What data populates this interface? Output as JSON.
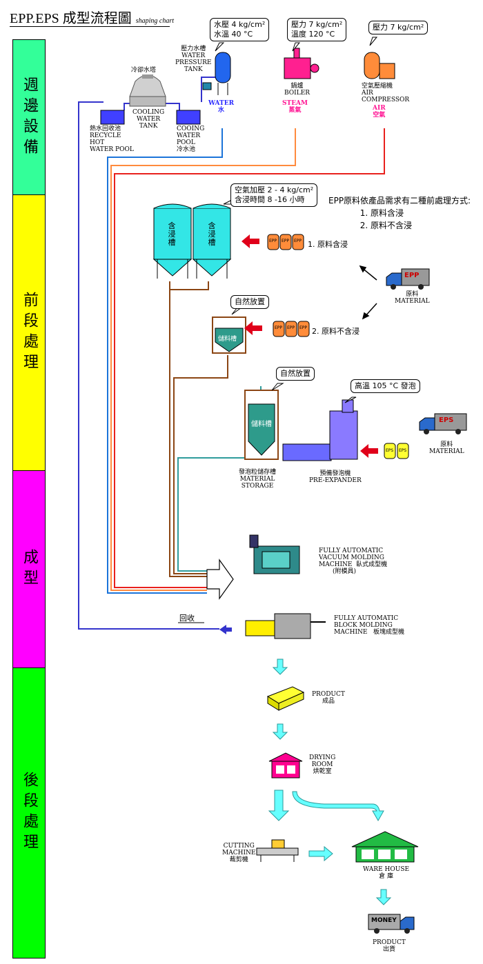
{
  "header": {
    "title": "EPP.EPS 成型流程圖",
    "subtitle": "shaping chart"
  },
  "stages": [
    {
      "label": "週邊設備",
      "color": "#33ff99"
    },
    {
      "label": "前段處理",
      "color": "#ffff00"
    },
    {
      "label": "成型",
      "color": "#ff00ff"
    },
    {
      "label": "後段處理",
      "color": "#00ff00"
    }
  ],
  "utilities": {
    "cooling_tower": "冷卻水塔",
    "cooling_water_tank": "COOLING\nWATER\nTANK",
    "recycle_pool": "熱水回收池\nRECYCLE\nHOT\nWATER POOL",
    "cooling_pool": "COOING\nWATER\nPOOL\n冷水池",
    "pressure_tank": "壓力水槽\nWATER\nPRESSURE\nTANK",
    "water_label": "WATER\n水",
    "water_callout": "水壓 4 kg/cm²\n水溫 40 °C",
    "boiler": "鍋爐\nBOILER",
    "steam_label": "STEAM\n蒸氣",
    "boiler_callout": "壓力 7 kg/cm²\n溫度 120 °C",
    "compressor": "空氣壓縮機\nAIR\nCOMPRESSOR",
    "air_label": "AIR\n空氣",
    "compressor_callout": "壓力 7 kg/cm²"
  },
  "pretreatment": {
    "soak_callout": "空氣加壓 2 - 4 kg/cm²\n含浸時間 8 -16 小時",
    "soak_tank_label": "含浸槽",
    "methods_note": "EPP原料依產品需求有二種前處理方式:\n            1. 原料含浸\n            2. 原料不含浸",
    "drum_label": "EPP",
    "method1": "1. 原料含浸",
    "method2": "2. 原料不含浸",
    "epp_truck": "EPP",
    "epp_material": "原料\nMATERIAL",
    "natural_callout_1": "自然放置",
    "storage_small": "儲料槽",
    "natural_callout_2": "自然放置",
    "storage_big": "儲料槽",
    "foam_callout": "高溫 105 °C 發泡",
    "eps_truck": "EPS",
    "eps_drum": "EPS",
    "eps_material": "原料\nMATERIAL",
    "material_storage": "發泡粒儲存槽\nMATERIAL\nSTORAGE",
    "pre_expander": "預備發泡機\nPRE-EXPANDER"
  },
  "molding": {
    "vacuum_machine": "FULLY AUTOMATIC\nVACUUM MOLDING\nMACHINE  臥式成型機\n       (附模具)",
    "block_machine": "FULLY AUTOMATIC\nBLOCK MOLDING\nMACHINE   板塊成型機",
    "recycle": "回收"
  },
  "post": {
    "product": "PRODUCT\n成品",
    "drying_room": "DRYING\nROOM\n烘乾室",
    "cutting_machine": "CUTTING\nMACHINE\n裁剪機",
    "warehouse": "WARE HOUSE\n倉 庫",
    "money_truck": "MONEY",
    "product_out": "PRODUCT\n出貨"
  },
  "colors": {
    "water": "#1a73d9",
    "steam": "#ff8a3d",
    "air": "#e8201c",
    "brown_pipe": "#8b4513",
    "teal_pipe": "#2e9b9b",
    "recycle_pipe": "#3333cc",
    "cyan": "#33e6e6",
    "arrow_cyan": "#66ffff",
    "red_arrow": "#e0001a"
  }
}
